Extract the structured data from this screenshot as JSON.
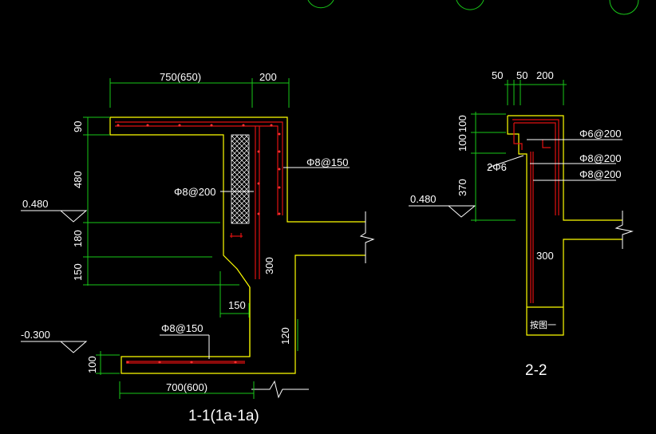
{
  "drawing": {
    "section_1": {
      "title": "1-1(1a-1a)",
      "dims": {
        "top_width": "750(650)",
        "top_right": "200",
        "h_90": "90",
        "h_480": "480",
        "h_180": "180",
        "h_150": "150",
        "w_150": "150",
        "h_300": "300",
        "h_120": "120",
        "h_100": "100",
        "bottom_width": "700(600)"
      },
      "levels": {
        "upper": "0.480",
        "lower": "-0.300"
      },
      "rebar": {
        "r1": "Φ8@150",
        "r2": "Φ8@200",
        "r3": "Φ8@150"
      }
    },
    "section_2": {
      "title": "2-2",
      "dims": {
        "w_50a": "50",
        "w_50b": "50",
        "w_200": "200",
        "h_100a": "100",
        "h_100b": "100",
        "h_370": "370",
        "h_300": "300"
      },
      "level": "0.480",
      "rebar": {
        "r1": "Φ6@200",
        "r2": "Φ8@200",
        "r3": "Φ8@200",
        "r4": "2Φ6"
      },
      "note": "按图一"
    }
  }
}
